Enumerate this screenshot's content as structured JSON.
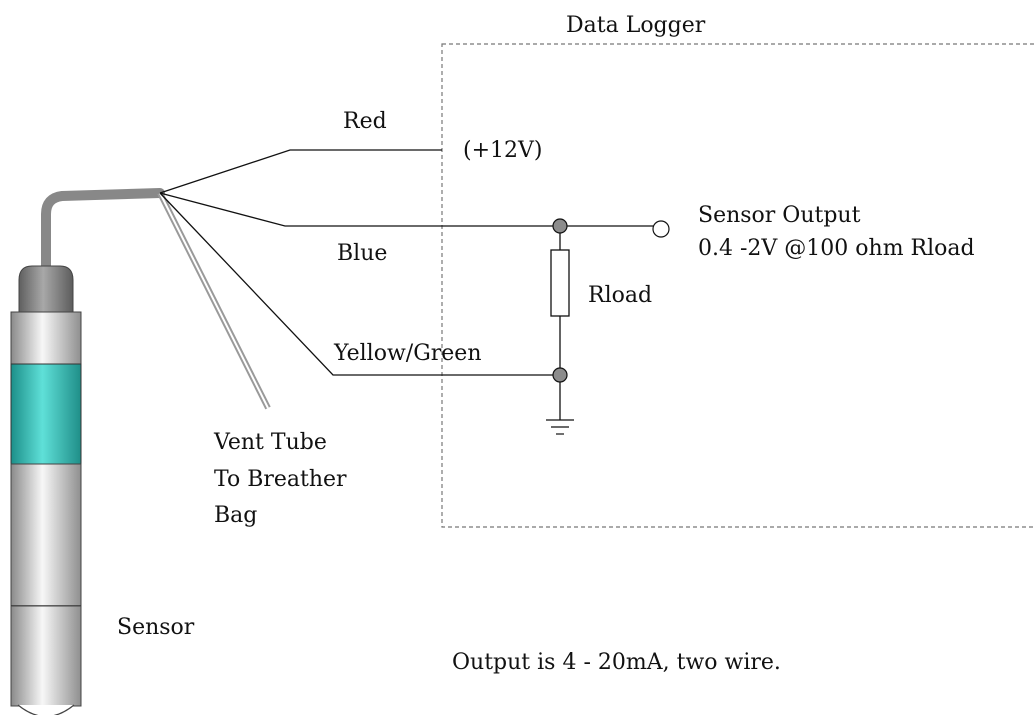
{
  "labels": {
    "data_logger": "Data Logger",
    "red": "Red",
    "plus_12v": "(+12V)",
    "blue": "Blue",
    "sensor_output": "Sensor Output",
    "output_range": "0.4 -2V @100 ohm Rload",
    "rload": "Rload",
    "yellow_green": "Yellow/Green",
    "vent_tube_line1": "Vent Tube",
    "vent_tube_line2": "To Breather",
    "vent_tube_line3": "Bag",
    "sensor": "Sensor",
    "output_note": "Output is 4 - 20mA, two wire."
  },
  "colors": {
    "wire": "#111111",
    "logger_border": "#777777",
    "node_fill": "#8c8c8c",
    "vent_tube": "#9a9a9a",
    "sensor_band": "#2fb5ad",
    "sensor_body": "#d8d8d8",
    "sensor_cap": "#7a7a7a",
    "cable": "#888888"
  }
}
